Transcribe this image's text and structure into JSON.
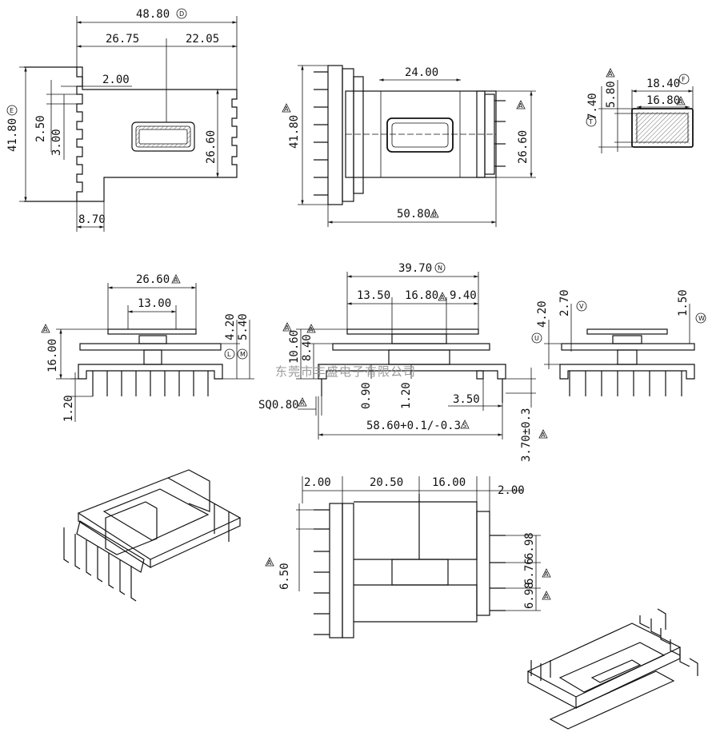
{
  "top_view": {
    "overall_width": "48.80",
    "overall_width_mark": "D",
    "seg_left": "26.75",
    "seg_right": "22.05",
    "slot_width": "2.00",
    "height_outer": "41.80",
    "height_outer_mark": "E",
    "pitch_a": "2.50",
    "pitch_b": "3.00",
    "height_inner": "26.60",
    "pin_row_width": "8.70"
  },
  "front_view": {
    "win_width": "24.00",
    "height": "41.80",
    "height_mark": "A",
    "side_height": "26.60",
    "side_height_mark": "A",
    "width": "50.80",
    "width_mark": "B"
  },
  "section_view": {
    "width_outer": "18.40",
    "width_outer_mark": "F",
    "width_inner": "16.80",
    "width_inner_mark": "A",
    "height_outer": "7.40",
    "height_outer_mark": "T",
    "height_inner": "5.80",
    "height_inner_mark": "A"
  },
  "left_side": {
    "flange": "26.60",
    "flange_mark": "A",
    "core": "13.00",
    "height": "16.00",
    "height_mark": "A",
    "h1": "4.20",
    "h1_mark": "L",
    "h2": "5.40",
    "h2_mark": "M",
    "pin_len": "1.20"
  },
  "mid_side": {
    "overall": "39.70",
    "overall_mark": "N",
    "a": "13.50",
    "b": "16.80",
    "b_mark": "A",
    "c": "9.40",
    "h1": "10.60",
    "h1_mark": "A",
    "h2": "8.40",
    "h2_mark": "A",
    "pin_sq": "SQ0.80",
    "pin_sq_mark": "R",
    "d1": "0.90",
    "d2": "1.20",
    "d3": "3.50",
    "span": "58.60+0.1/-0.3",
    "span_mark": "S",
    "pin_h": "3.70±0.3",
    "pin_h_mark": "A"
  },
  "right_side": {
    "h1": "4.20",
    "h1_mark": "U",
    "h2": "2.70",
    "h2_mark": "V",
    "h3": "1.50",
    "h3_mark": "W"
  },
  "bottom_view": {
    "a": "2.00",
    "b": "20.50",
    "c": "16.00",
    "d": "2.00",
    "pitch": "6.50",
    "pitch_mark": "A",
    "p1": "6.98",
    "p2": "6.76",
    "p3": "6.98",
    "mark1": "A",
    "mark2": "A"
  },
  "watermark": "东莞市丰盛电子有限公司"
}
